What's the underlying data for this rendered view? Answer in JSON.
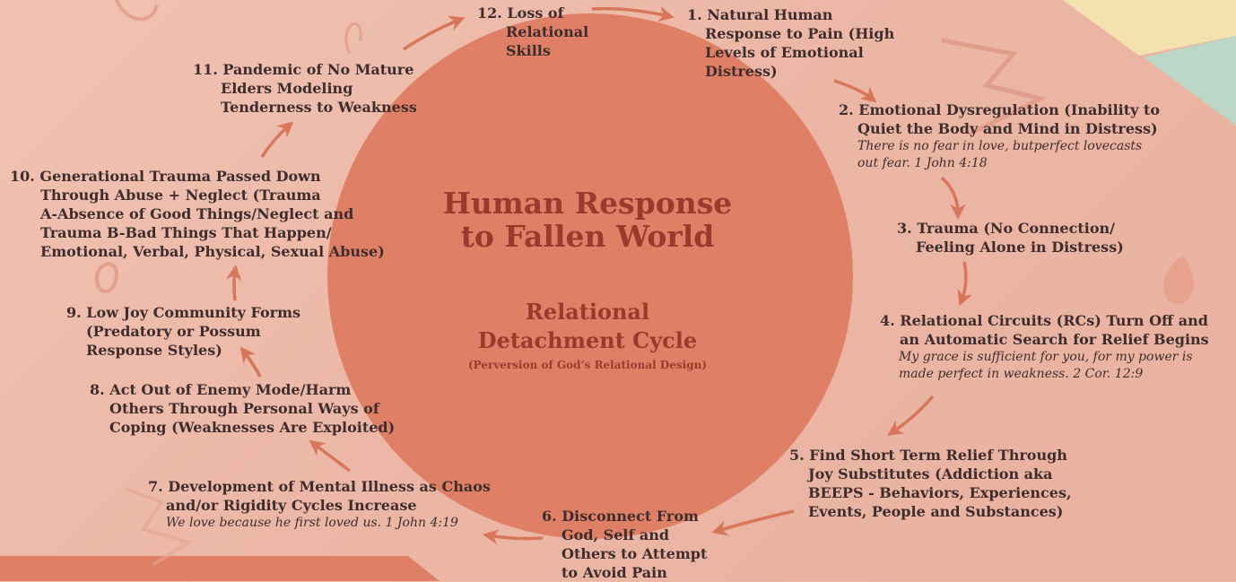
{
  "title": {
    "line1": "Human Response",
    "line2": "to Fallen World"
  },
  "subtitle": {
    "line1": "Relational",
    "line2": "Detachment Cycle",
    "note": "(Perversion of God’s Relational Design)"
  },
  "colors": {
    "background": "#ecb7a6",
    "circle": "#df8066",
    "arrow": "#d77659",
    "title": "#9a3a2e",
    "text": "#3f2d2d"
  },
  "steps": [
    {
      "number": "1.",
      "lines": [
        "Natural Human",
        "Response to Pain (High",
        "Levels of Emotional",
        "Distress)"
      ],
      "verse": []
    },
    {
      "number": "2.",
      "lines": [
        "Emotional Dysregulation (Inability to",
        "Quiet the Body and Mind in Distress)"
      ],
      "verse": [
        "There is no fear in love, butperfect lovecasts",
        "out fear. 1 John 4:18"
      ]
    },
    {
      "number": "3.",
      "lines": [
        "Trauma (No Connection/",
        "Feeling Alone in Distress)"
      ],
      "verse": []
    },
    {
      "number": "4.",
      "lines": [
        "Relational Circuits (RCs) Turn Off and",
        "an Automatic Search for Relief Begins"
      ],
      "verse": [
        "My grace is sufficient for you, for my power is",
        "made perfect in weakness. 2 Cor. 12:9"
      ]
    },
    {
      "number": "5.",
      "lines": [
        "Find Short Term Relief Through",
        "Joy Substitutes (Addiction aka",
        "BEEPS - Behaviors, Experiences,",
        "Events, People and Substances)"
      ],
      "verse": []
    },
    {
      "number": "6.",
      "lines": [
        "Disconnect From",
        "God, Self and",
        "Others to Attempt",
        "to Avoid Pain"
      ],
      "verse": []
    },
    {
      "number": "7.",
      "lines": [
        "Development of Mental Illness as Chaos",
        "and/or Rigidity Cycles Increase"
      ],
      "verse": [
        "We love because he first loved us.  1 John 4:19"
      ]
    },
    {
      "number": "8.",
      "lines": [
        "Act Out of Enemy Mode/Harm",
        "Others Through Personal Ways of",
        "Coping (Weaknesses Are Exploited)"
      ],
      "verse": []
    },
    {
      "number": "9.",
      "lines": [
        "Low Joy Community Forms",
        "(Predatory or Possum",
        "Response Styles)"
      ],
      "verse": []
    },
    {
      "number": "10.",
      "lines": [
        "Generational Trauma Passed Down",
        "Through Abuse + Neglect (Trauma",
        "A-Absence of Good Things/Neglect and",
        "Trauma B-Bad Things That Happen/",
        "Emotional, Verbal, Physical, Sexual Abuse)"
      ],
      "verse": []
    },
    {
      "number": "11.",
      "lines": [
        "Pandemic of No Mature",
        "Elders Modeling",
        "Tenderness to Weakness"
      ],
      "verse": []
    },
    {
      "number": "12.",
      "lines": [
        "Loss of",
        "Relational",
        "Skills"
      ],
      "verse": []
    }
  ]
}
